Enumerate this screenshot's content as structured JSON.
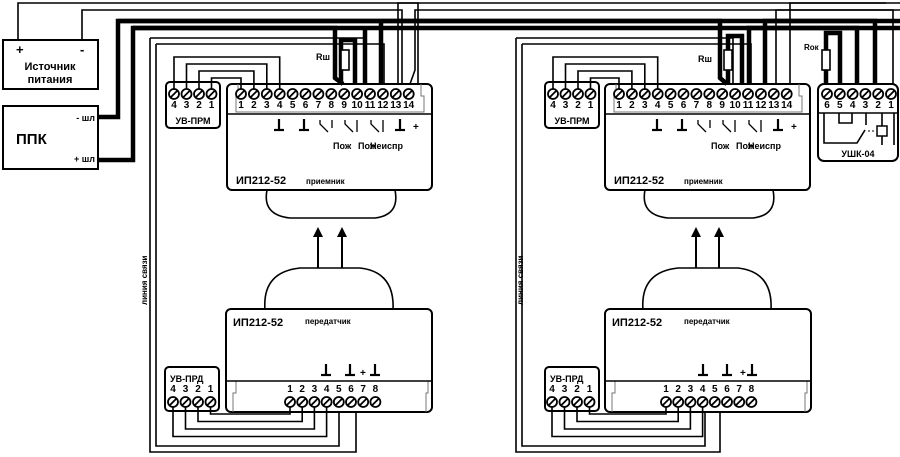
{
  "power_supply": {
    "label_line1": "Источник",
    "label_line2": "питания",
    "plus": "+",
    "minus": "-"
  },
  "ppk": {
    "label": "ППК",
    "minus_loop": "- шл",
    "plus_loop": "+ шл"
  },
  "link_line_label": "линия связи",
  "resistor_shunt": "Rш",
  "resistor_end": "Rок",
  "receiver": {
    "model": "ИП212-52",
    "type": "приемник",
    "terminals": [
      "1",
      "2",
      "3",
      "4",
      "5",
      "6",
      "7",
      "8",
      "9",
      "10",
      "11",
      "12",
      "13",
      "14"
    ],
    "labels": {
      "fire1": "Пож",
      "fire2": "Пож",
      "fault": "Неиспр",
      "plus": "+"
    }
  },
  "transmitter": {
    "model": "ИП212-52",
    "type": "передатчик",
    "terminals": [
      "1",
      "2",
      "3",
      "4",
      "5",
      "6",
      "7",
      "8"
    ],
    "plus": "+"
  },
  "uv_prm": {
    "label": "УВ-ПРМ",
    "terminals": [
      "4",
      "3",
      "2",
      "1"
    ]
  },
  "uv_prd": {
    "label": "УВ-ПРД",
    "terminals": [
      "4",
      "3",
      "2",
      "1"
    ]
  },
  "ushk": {
    "label": "УШК-04",
    "terminals": [
      "6",
      "5",
      "4",
      "3",
      "2",
      "1"
    ]
  }
}
